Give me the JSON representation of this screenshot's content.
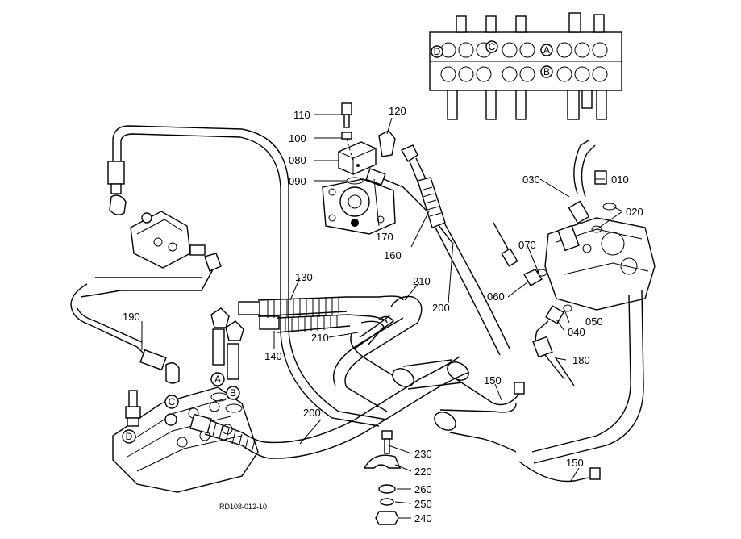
{
  "diagram": {
    "reference_code": "RD108-012-10",
    "callouts": [
      {
        "id": "c010",
        "label": "010"
      },
      {
        "id": "c020",
        "label": "020"
      },
      {
        "id": "c030",
        "label": "030"
      },
      {
        "id": "c040",
        "label": "040"
      },
      {
        "id": "c050",
        "label": "050"
      },
      {
        "id": "c060",
        "label": "060"
      },
      {
        "id": "c070",
        "label": "070"
      },
      {
        "id": "c080",
        "label": "080"
      },
      {
        "id": "c090",
        "label": "090"
      },
      {
        "id": "c100",
        "label": "100"
      },
      {
        "id": "c110",
        "label": "110"
      },
      {
        "id": "c120",
        "label": "120"
      },
      {
        "id": "c130",
        "label": "130"
      },
      {
        "id": "c140",
        "label": "140"
      },
      {
        "id": "c150a",
        "label": "150"
      },
      {
        "id": "c150b",
        "label": "150"
      },
      {
        "id": "c160",
        "label": "160"
      },
      {
        "id": "c170",
        "label": "170"
      },
      {
        "id": "c180",
        "label": "180"
      },
      {
        "id": "c190",
        "label": "190"
      },
      {
        "id": "c200a",
        "label": "200"
      },
      {
        "id": "c200b",
        "label": "200"
      },
      {
        "id": "c210a",
        "label": "210"
      },
      {
        "id": "c210b",
        "label": "210"
      },
      {
        "id": "c220",
        "label": "220"
      },
      {
        "id": "c230",
        "label": "230"
      },
      {
        "id": "c240",
        "label": "240"
      },
      {
        "id": "c250",
        "label": "250"
      },
      {
        "id": "c260",
        "label": "260"
      }
    ],
    "port_letters": {
      "inset_d": "D",
      "inset_c": "C",
      "inset_a": "A",
      "inset_b": "B",
      "main_a": "A",
      "main_b": "B",
      "main_c": "C",
      "main_d": "D"
    }
  }
}
